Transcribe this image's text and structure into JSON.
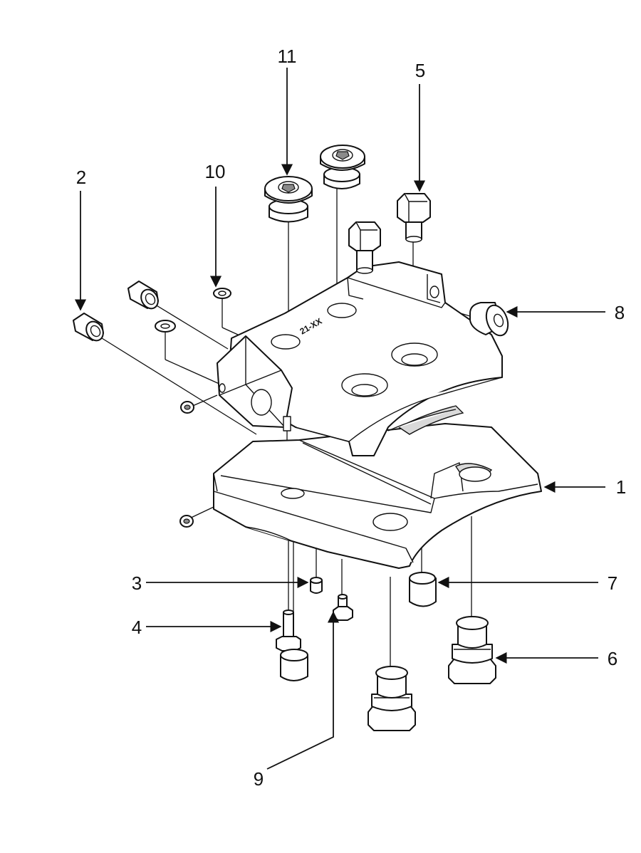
{
  "diagram": {
    "plate_marking": "21-XX",
    "callouts": [
      {
        "id": "callout-1",
        "label": "1"
      },
      {
        "id": "callout-2",
        "label": "2"
      },
      {
        "id": "callout-3",
        "label": "3"
      },
      {
        "id": "callout-4",
        "label": "4"
      },
      {
        "id": "callout-5",
        "label": "5"
      },
      {
        "id": "callout-6",
        "label": "6"
      },
      {
        "id": "callout-7",
        "label": "7"
      },
      {
        "id": "callout-8",
        "label": "8"
      },
      {
        "id": "callout-9",
        "label": "9"
      },
      {
        "id": "callout-10",
        "label": "10"
      },
      {
        "id": "callout-11",
        "label": "11"
      }
    ],
    "colors": {
      "ink": "#111111",
      "background": "#ffffff",
      "shade": "#d9d9d9"
    }
  }
}
